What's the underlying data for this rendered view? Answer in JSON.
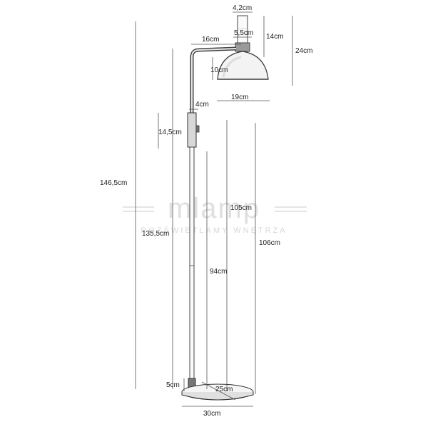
{
  "watermark": {
    "logo_text": "mlamp",
    "tagline": "ROZŚWIETLAMY WNĘTRZA",
    "color": "#d9d9d9"
  },
  "colors": {
    "line": "#333333",
    "dimension_line": "#555555",
    "shade_fill": "#f2f2f2",
    "metal": "#8a8a8a"
  },
  "dimensions": {
    "top_width": "4,2cm",
    "socket_width": "5,5cm",
    "socket_height": "14cm",
    "shade_total_height": "24cm",
    "arm_reach": "16cm",
    "shade_height": "10cm",
    "shade_diameter": "19cm",
    "stem_width": "4cm",
    "switch_height": "14,5cm",
    "total_height": "146,5cm",
    "height_to_arm": "135,5cm",
    "height_105": "105cm",
    "height_106": "106cm",
    "height_94": "94cm",
    "base_height": "5cm",
    "base_diameter_inner": "25cm",
    "base_diameter": "30cm"
  }
}
